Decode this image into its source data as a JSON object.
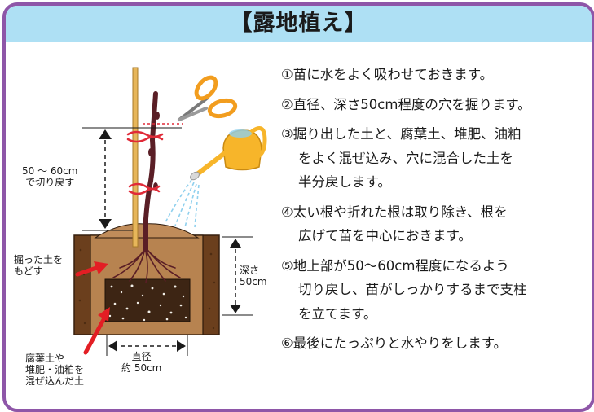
{
  "title": "【露地植え】",
  "steps": [
    {
      "lines": [
        "①苗に水をよく吸わせておきます。"
      ]
    },
    {
      "lines": [
        "②直径、深さ50cm程度の穴を掘ります。"
      ]
    },
    {
      "lines": [
        "③掘り出した土と、腐葉土、堆肥、油粕",
        "をよく混ぜ込み、穴に混合した土を",
        "半分戻します。"
      ]
    },
    {
      "lines": [
        "④太い根や折れた根は取り除き、根を",
        "広げて苗を中心におきます。"
      ]
    },
    {
      "lines": [
        "⑤地上部が50～60cm程度になるよう",
        "切り戻し、苗がしっかりするまで支柱",
        "を立てます。"
      ]
    },
    {
      "lines": [
        "⑥最後にたっぷりと水やりをします。"
      ]
    }
  ],
  "diagram": {
    "cut_length": [
      "50 ～ 60cm",
      "で切り戻す"
    ],
    "refill": [
      "掘った土を",
      "もどす"
    ],
    "depth": [
      "深さ",
      "50cm"
    ],
    "mixed_soil": [
      "腐葉土や",
      "堆肥・油粕を",
      "混ぜ込んだ土"
    ],
    "diameter": [
      "直径",
      "約 50cm"
    ]
  },
  "colors": {
    "frame": "#8e56a8",
    "title_band": "#aee0f4",
    "soil_outer": "#6b3f1d",
    "soil_top": "#b78350",
    "mixed_soil": "#3d2514",
    "stake": "#e7b65a",
    "seedling": "#5a1e26",
    "twine": "#e02a38",
    "arrow": "#e31e24",
    "scissors_handle": "#f29d1e",
    "watering_can": "#f7b52a",
    "water": "#8fd0ee"
  },
  "icons": [
    "scissors-icon",
    "watering-can-icon",
    "water-spray-icon",
    "red-arrow-icon"
  ]
}
